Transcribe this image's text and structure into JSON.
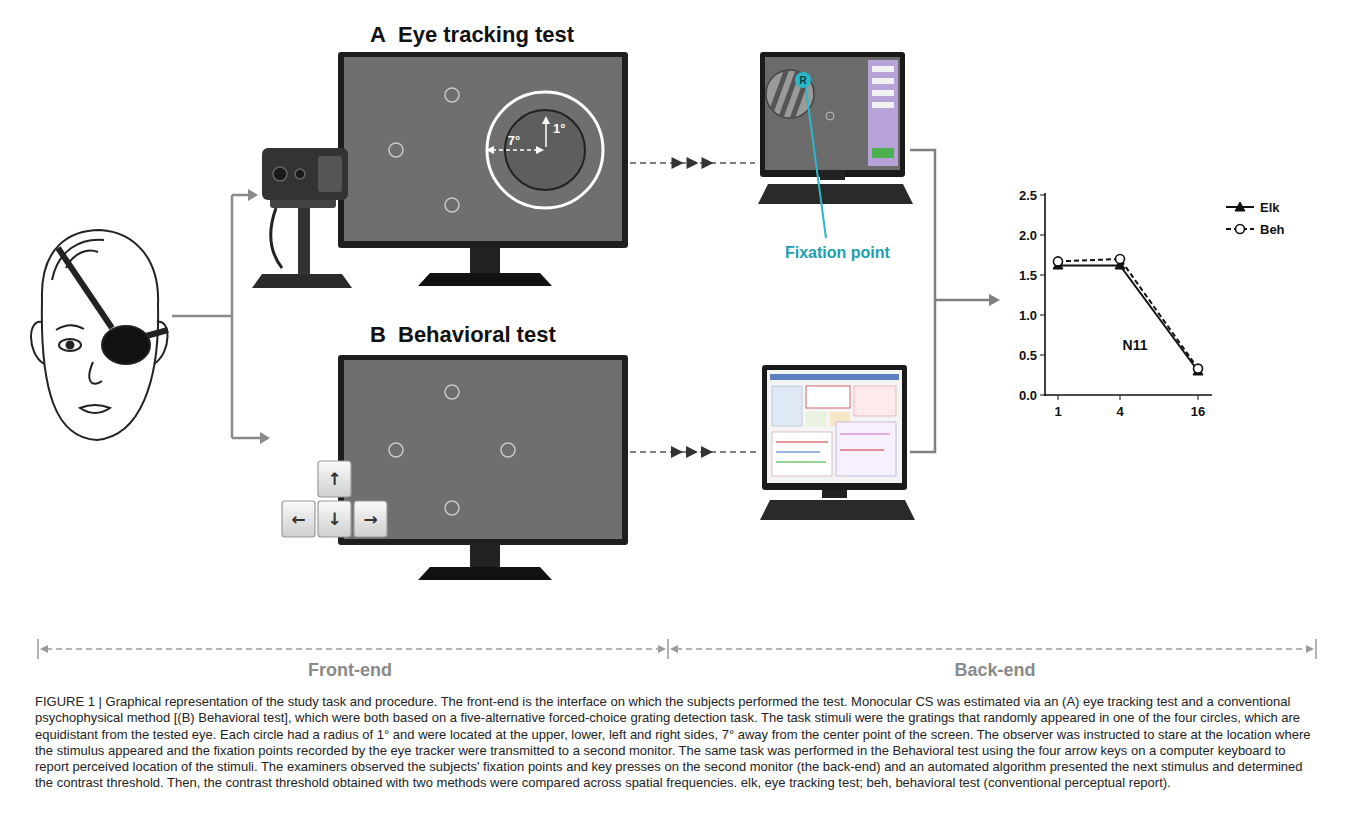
{
  "diagram": {
    "caption": "FIGURE 1 | Graphical representation of the study task and procedure. The front-end is the interface on which the subjects performed the test. Monocular CS was estimated via an (A) eye tracking test and a conventional psychophysical method [(B) Behavioral test], which were both based on a five-alternative forced-choice grating detection task. The task stimuli were the gratings that randomly appeared in one of the four circles, which are equidistant from the tested eye. Each circle had a radius of 1° and were located at the upper, lower, left and right sides, 7° away from the center point of the screen. The observer was instructed to stare at the location where the stimulus appeared and the fixation points recorded by the eye tracker were transmitted to a second monitor. The same task was performed in the Behavioral test using the four arrow keys on a computer keyboard to report perceived location of the stimuli. The examiners observed the subjects' fixation points and key presses on the second monitor (the back-end) and an automated algorithm presented the next stimulus and determined the contrast threshold. Then, the contrast threshold obtained with two methods were compared across spatial frequencies. elk, eye tracking test; beh, behavioral test (conventional perceptual report).",
    "nodes": [
      {
        "text": [
          "A",
          "Eye tracking test"
        ]
      },
      {
        "text": [
          "B",
          "Behavioral test"
        ]
      },
      {
        "text": [
          "Fixation point"
        ]
      },
      {
        "text": [
          "N11"
        ]
      }
    ],
    "edges": [
      {
        "from": 0,
        "to": 2,
        "arrow": "to"
      },
      {
        "from": 2,
        "to": 3,
        "arrow": "to"
      }
    ],
    "labels": [
      "7°",
      "1°",
      "R",
      "↑",
      "←",
      "↓",
      "→",
      "2.5",
      "2.0",
      "1.5",
      "1.0",
      "0.5",
      "0.0",
      "1",
      "4",
      "16",
      "Front-end",
      "Back-end"
    ],
    "legend": [
      {
        "text": "Elk"
      },
      {
        "text": "Beh"
      }
    ]
  }
}
